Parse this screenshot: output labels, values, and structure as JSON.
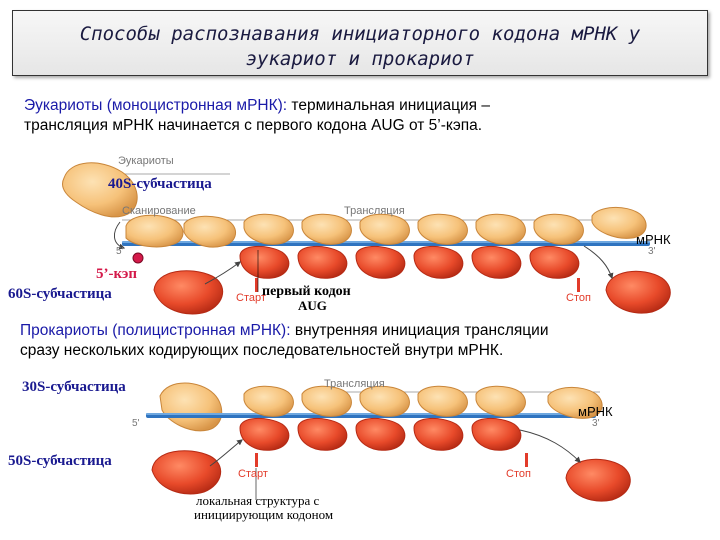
{
  "title": {
    "line1": "Способы распознавания инициаторного кодона мРНК у",
    "line2": "эукариот и прокариот"
  },
  "eukaryote": {
    "description_prefix": "Эукариоты (моноцистронная мРНК):",
    "description_rest_line1": " терминальная инициация –",
    "description_line2": "трансляция мРНК начинается с первого кодона AUG от 5’-кэпа.",
    "header_label": "Эукариоты",
    "subunit_small": "40S-субчастица",
    "scanning_label": "Сканирование",
    "translation_label": "Трансляция",
    "mrna_label": "мРНК",
    "five_prime": "5'",
    "three_prime": "3'",
    "cap_label": "5’-кэп",
    "subunit_large": "60S-субчастица",
    "start_label": "Старт",
    "first_codon_line1": "первый кодон",
    "first_codon_line2": "AUG",
    "stop_label": "Стоп"
  },
  "prokaryote": {
    "description_prefix": "Прокариоты (полицистронная мРНК):",
    "description_rest_line1": " внутренняя инициация трансляции",
    "description_line2": "сразу нескольких кодирующих последовательностей внутри мРНК.",
    "subunit_small": "30S-субчастица",
    "translation_label": "Трансляция",
    "mrna_label": "мРНК",
    "five_prime": "5'",
    "three_prime": "3'",
    "subunit_large": "50S-субчастица",
    "start_label": "Старт",
    "stop_label": "Стоп",
    "local_structure_line1": "локальная структура с",
    "local_structure_line2": "инициирующим кодоном"
  },
  "colors": {
    "small_subunit": "#f6c27a",
    "large_subunit": "#e84a2a",
    "mrna_strand": "#2f74c0",
    "cap": "#d41a4a",
    "highlight_text": "#1a1aa8",
    "subunit_label": "#1a1a90"
  }
}
